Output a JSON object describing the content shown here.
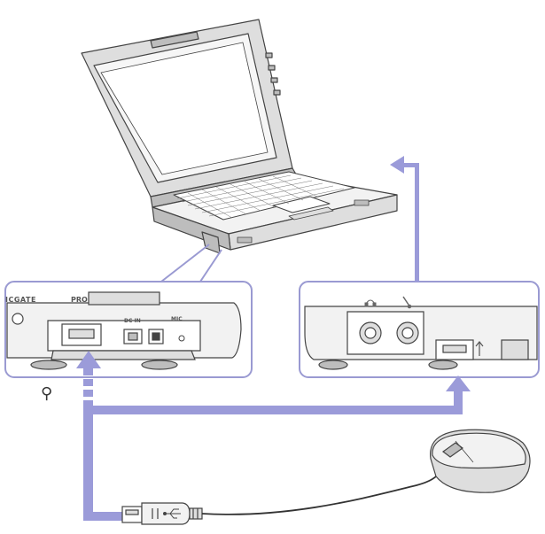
{
  "labels": {
    "brand_fragment": "ICGATE",
    "pro_fragment": "PRO",
    "dc_in": "DC IN",
    "mic_label": "MIC",
    "usb_symbol": "⚲"
  },
  "colors": {
    "arrow": "#9b9bd9",
    "line": "#444444",
    "panel_border": "#9a9ad2",
    "fill_light": "#f2f2f2",
    "fill_mid": "#dedede",
    "fill_dark": "#bdbdbd",
    "screen": "#f6f6f6"
  },
  "icons": {
    "laptop": "laptop-icon",
    "mouse": "mouse-icon",
    "usb_plug": "usb-plug-icon",
    "usb_port": "usb-port-icon",
    "headphone": "headphone-icon",
    "microphone": "microphone-icon"
  }
}
